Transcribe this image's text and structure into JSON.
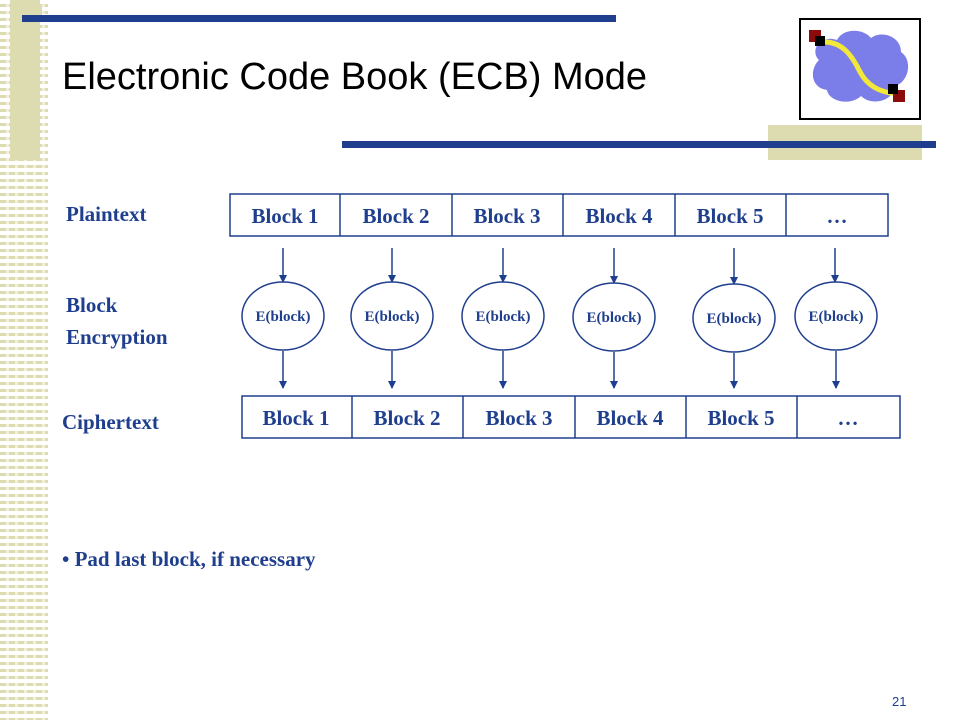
{
  "slide": {
    "title": "Electronic Code Book (ECB) Mode",
    "page_number": "21",
    "bullet": "Pad last block, if necessary"
  },
  "rows": {
    "plaintext_label": "Plaintext",
    "encryption_label_line1": "Block",
    "encryption_label_line2": "Encryption",
    "ciphertext_label": "Ciphertext"
  },
  "plaintext_blocks": [
    "Block 1",
    "Block 2",
    "Block 3",
    "Block 4",
    "Block 5",
    "…"
  ],
  "ciphertext_blocks": [
    "Block 1",
    "Block 2",
    "Block 3",
    "Block 4",
    "Block 5",
    "…"
  ],
  "encryptors": [
    "E(block)",
    "E(block)",
    "E(block)",
    "E(block)",
    "E(block)",
    "E(block)"
  ],
  "colors": {
    "accent_blue": "#1f3f8e",
    "stripe_gold": "#dddbb0",
    "logo_cloud": "#7b7de8",
    "logo_link": "#f2e83a",
    "logo_node": "#8b0a0a"
  }
}
